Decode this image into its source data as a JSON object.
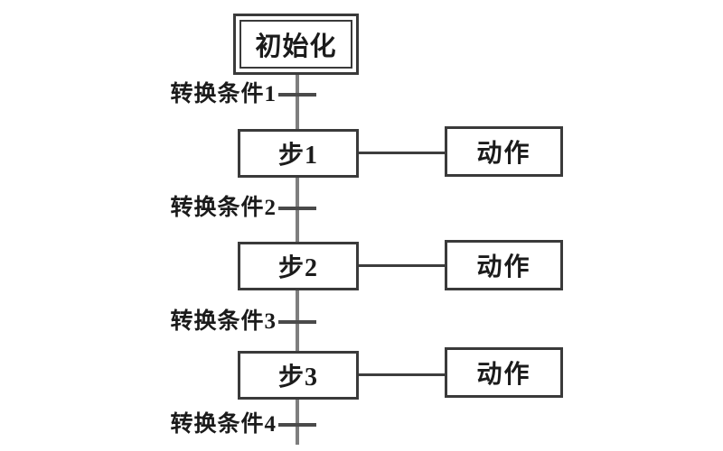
{
  "diagram": {
    "type": "sequential-function-chart",
    "init_box": {
      "label": "初始化"
    },
    "transitions": [
      {
        "label": "转换条件1"
      },
      {
        "label": "转换条件2"
      },
      {
        "label": "转换条件3"
      },
      {
        "label": "转换条件4"
      }
    ],
    "steps": [
      {
        "label": "步1"
      },
      {
        "label": "步2"
      },
      {
        "label": "步3"
      }
    ],
    "actions": [
      {
        "label": "动作"
      },
      {
        "label": "动作"
      },
      {
        "label": "动作"
      }
    ],
    "colors": {
      "background": "#ffffff",
      "box_border": "#3a3a3a",
      "spine_line": "#7e7e7e",
      "tick_line": "#4a4a4a",
      "text": "#1b1b1b"
    }
  }
}
